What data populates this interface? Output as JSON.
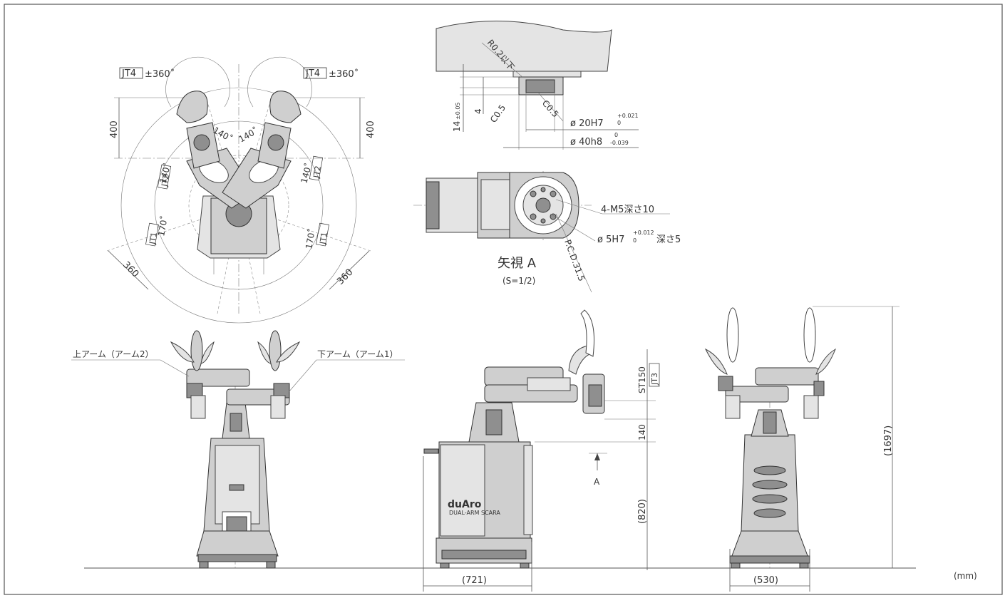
{
  "top_view": {
    "jt4_left": "JT4",
    "jt4_left_value": "±360˚",
    "jt4_right": "JT4",
    "jt4_right_value": "±360˚",
    "dim_400_left": "400",
    "dim_400_right": "400",
    "angle_140_a": "140˚",
    "angle_140_b": "140˚",
    "angle_140_left": "140˚",
    "angle_140_right": "140˚",
    "jt2_left": "JT2",
    "jt2_right": "JT2",
    "angle_170_left": "170˚",
    "angle_170_right": "170˚",
    "jt1_left": "JT1",
    "jt1_right": "JT1",
    "dim_360_left": "360",
    "dim_360_right": "360"
  },
  "flange_detail": {
    "radius_note": "R0.2以下",
    "c05_left": "C0.5",
    "c05_right": "C0.5",
    "dim_4": "4",
    "dim_14": "14",
    "tol_14": "±0.05",
    "d20_label": "ø 20H7",
    "d20_tol_upper": "+0.021",
    "d20_tol_lower": "0",
    "d40_label": "ø 40h8",
    "d40_tol_upper": "0",
    "d40_tol_lower": "-0.039"
  },
  "view_a": {
    "tapped": "4-M5深さ10",
    "pin_label": "ø 5H7",
    "pin_tol_upper": "+0.012",
    "pin_tol_lower": "0",
    "pin_depth": "深さ5",
    "pcd": "P.C.D.31.5",
    "title": "矢視 A",
    "scale": "(S=1/2)"
  },
  "front_view": {
    "upper_arm": "上アーム（アーム2）",
    "lower_arm": "下アーム（アーム1）"
  },
  "side_view": {
    "st150": "ST150",
    "jt3": "JT3",
    "dim_140": "140",
    "dim_820": "(820)",
    "dim_721": "(721)",
    "arrow_a": "A",
    "logo": "duAro",
    "logo_sub": "DUAL-ARM SCARA"
  },
  "rear_view": {
    "dim_1697": "(1697)",
    "dim_530": "(530)"
  },
  "unit": "(mm)"
}
